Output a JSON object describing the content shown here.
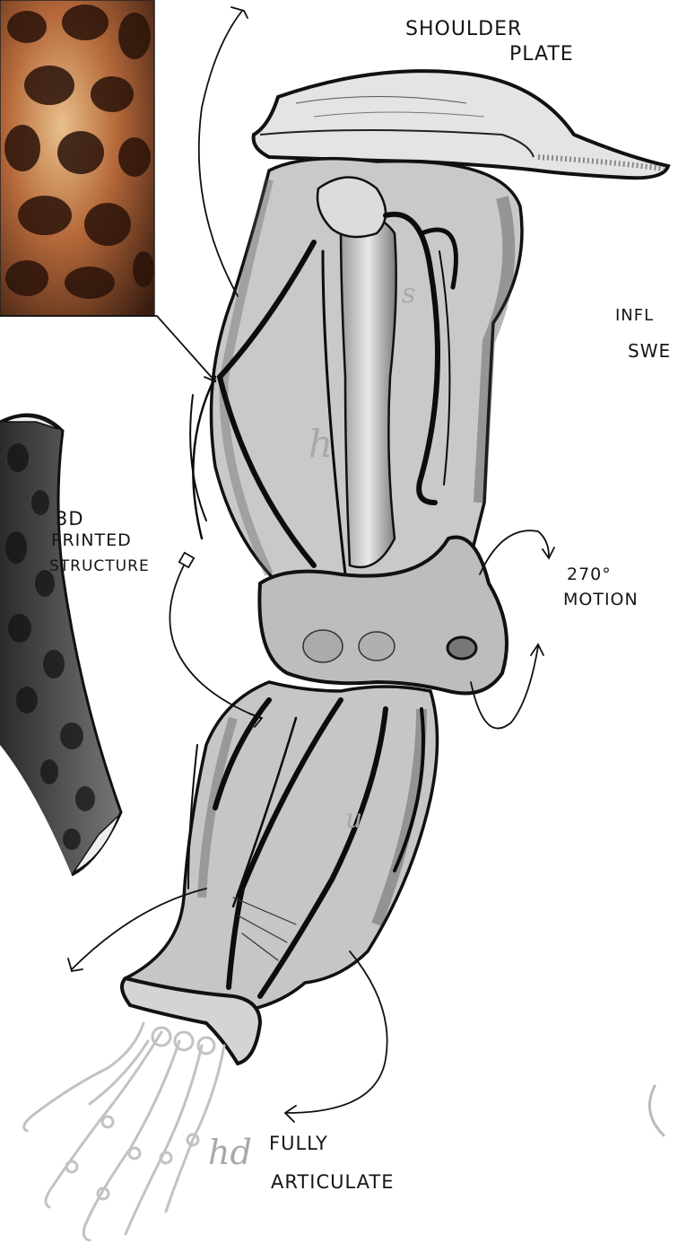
{
  "labels": {
    "shoulder_line1": "SHOULDER",
    "shoulder_line2": "PLATE",
    "printed_line1": "3D",
    "printed_line2": "PRINTED",
    "printed_line3": "STRUCTURE",
    "motion_line1": "270°",
    "motion_line2": "MOTION",
    "infl_partial": "INFL",
    "swe_partial": "SWE",
    "articulate_line1": "FULLY",
    "articulate_line2": "ARTICULATE"
  },
  "bone_letters": {
    "s": "s",
    "h": "h",
    "u": "u",
    "hd": "hd"
  },
  "colors": {
    "ink": "#111111",
    "shade": "#6e6e6e",
    "bone_light": "#d8d8d8",
    "photo_orange": "#b5683a",
    "photo_dark": "#3a1d10",
    "gray_hand": "#b9b9b9"
  }
}
